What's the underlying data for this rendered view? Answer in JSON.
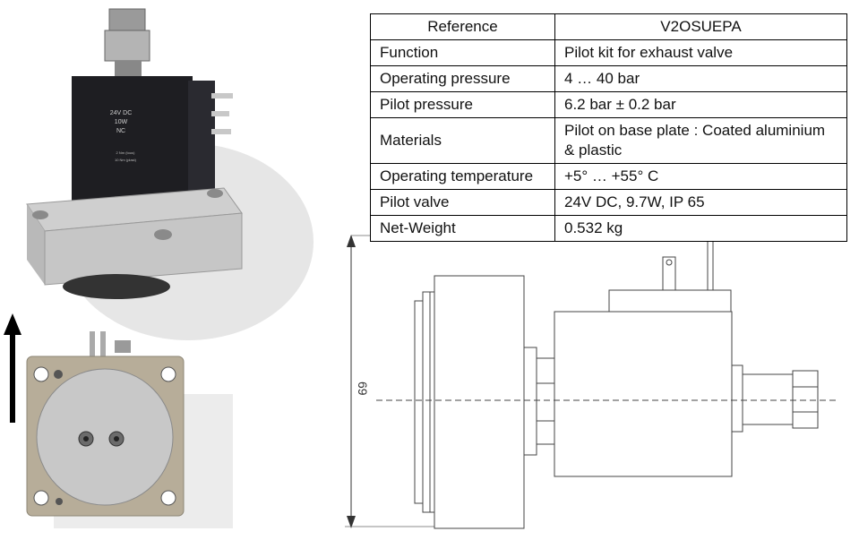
{
  "spec_table": {
    "header": {
      "label": "Reference",
      "value": "V2OSUEPA"
    },
    "rows": [
      {
        "label": "Function",
        "value": "Pilot kit for exhaust valve"
      },
      {
        "label": "Operating pressure",
        "value": "4 … 40 bar"
      },
      {
        "label": "Pilot pressure",
        "value": "6.2 bar ± 0.2 bar"
      },
      {
        "label": "Materials",
        "value": "Pilot on base plate : Coated aluminium & plastic"
      },
      {
        "label": "Operating temperature",
        "value": "+5° … +55° C"
      },
      {
        "label": "Pilot valve",
        "value": "24V DC, 9.7W, IP 65"
      },
      {
        "label": "Net-Weight",
        "value": "0.532 kg"
      }
    ]
  },
  "coil_label": {
    "voltage": "24V DC",
    "power": "10W",
    "state": "NC",
    "torque_tight": "2 Nm (tous)",
    "torque_loose": "10 Nm (plast)"
  },
  "drawing": {
    "dimension": "69"
  }
}
